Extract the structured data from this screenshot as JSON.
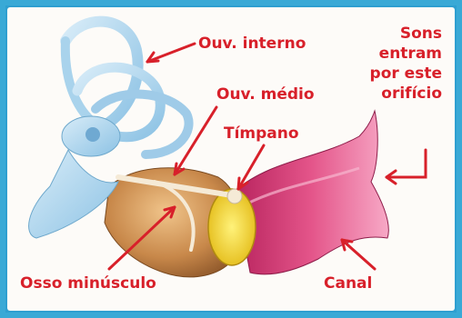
{
  "labels": {
    "inner_ear": "Ouv. interno",
    "middle_ear": "Ouv. médio",
    "eardrum": "Tímpano",
    "small_bone": "Osso minúsculo",
    "canal": "Canal",
    "sound_line1": "Sons",
    "sound_line2": "entram",
    "sound_line3": "por este",
    "sound_line4": "orifício"
  },
  "colors": {
    "label_red": "#d8202a",
    "frame_blue": "#39a9d6",
    "cochlea_blue": "#a9d3ec",
    "canal_pink": "#e0457a",
    "middle_ear_tan": "#c8884a",
    "eardrum_yellow": "#f2d21c"
  }
}
